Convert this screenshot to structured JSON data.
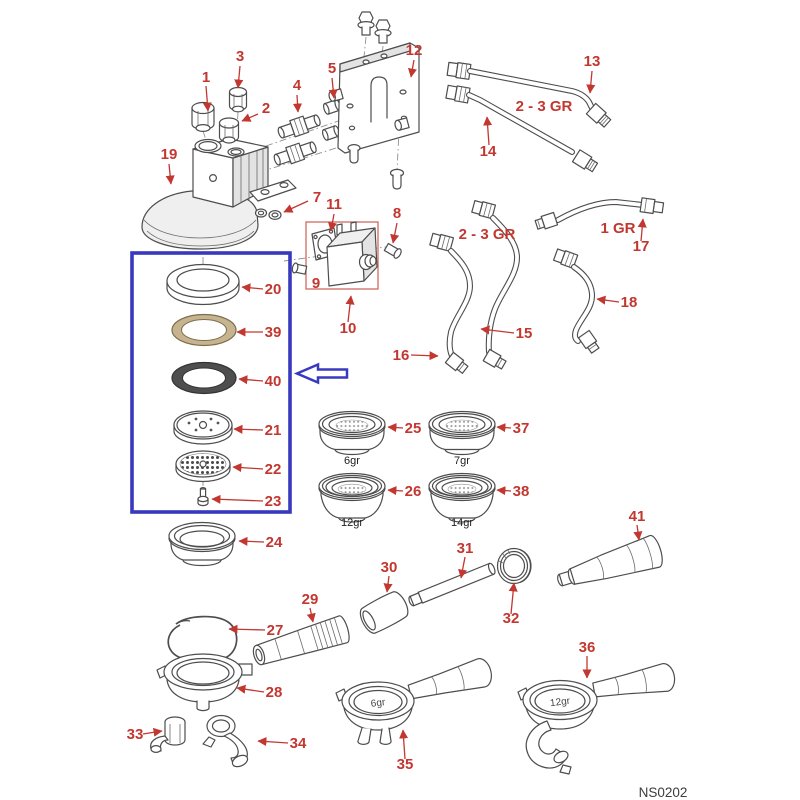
{
  "diagram": {
    "drawing_code": "NS0202",
    "label_color": "#c23730",
    "highlight_color": "#3939c0",
    "solenoid_box_color": "#d06a60",
    "gasket_colors": {
      "part_39": "#c6b390",
      "part_40": "#4e4e4e"
    },
    "part_numbers": {
      "n1": "1",
      "n2": "2",
      "n3": "3",
      "n4": "4",
      "n5": "5",
      "n7": "7",
      "n8": "8",
      "n9": "9",
      "n10": "10",
      "n11": "11",
      "n12": "12",
      "n13": "13",
      "n14": "14",
      "n15": "15",
      "n16": "16",
      "n17": "17",
      "n18": "18",
      "n19": "19",
      "n20": "20",
      "n21": "21",
      "n22": "22",
      "n23": "23",
      "n24": "24",
      "n25": "25",
      "n26": "26",
      "n27": "27",
      "n28": "28",
      "n29": "29",
      "n30": "30",
      "n31": "31",
      "n32": "32",
      "n33": "33",
      "n34": "34",
      "n35": "35",
      "n36": "36",
      "n37": "37",
      "n38": "38",
      "n39": "39",
      "n40": "40",
      "n41": "41"
    },
    "pipe_group_labels": {
      "top_pair": "2 - 3 GR",
      "middle_pair": "2 - 3 GR",
      "single_group": "1 GR"
    },
    "basket_capacities": {
      "b25": "6gr",
      "b37": "7gr",
      "b26": "12gr",
      "b38": "14gr"
    },
    "portafilter_capacities": {
      "pf35": "6gr",
      "pf36": "12gr"
    }
  }
}
